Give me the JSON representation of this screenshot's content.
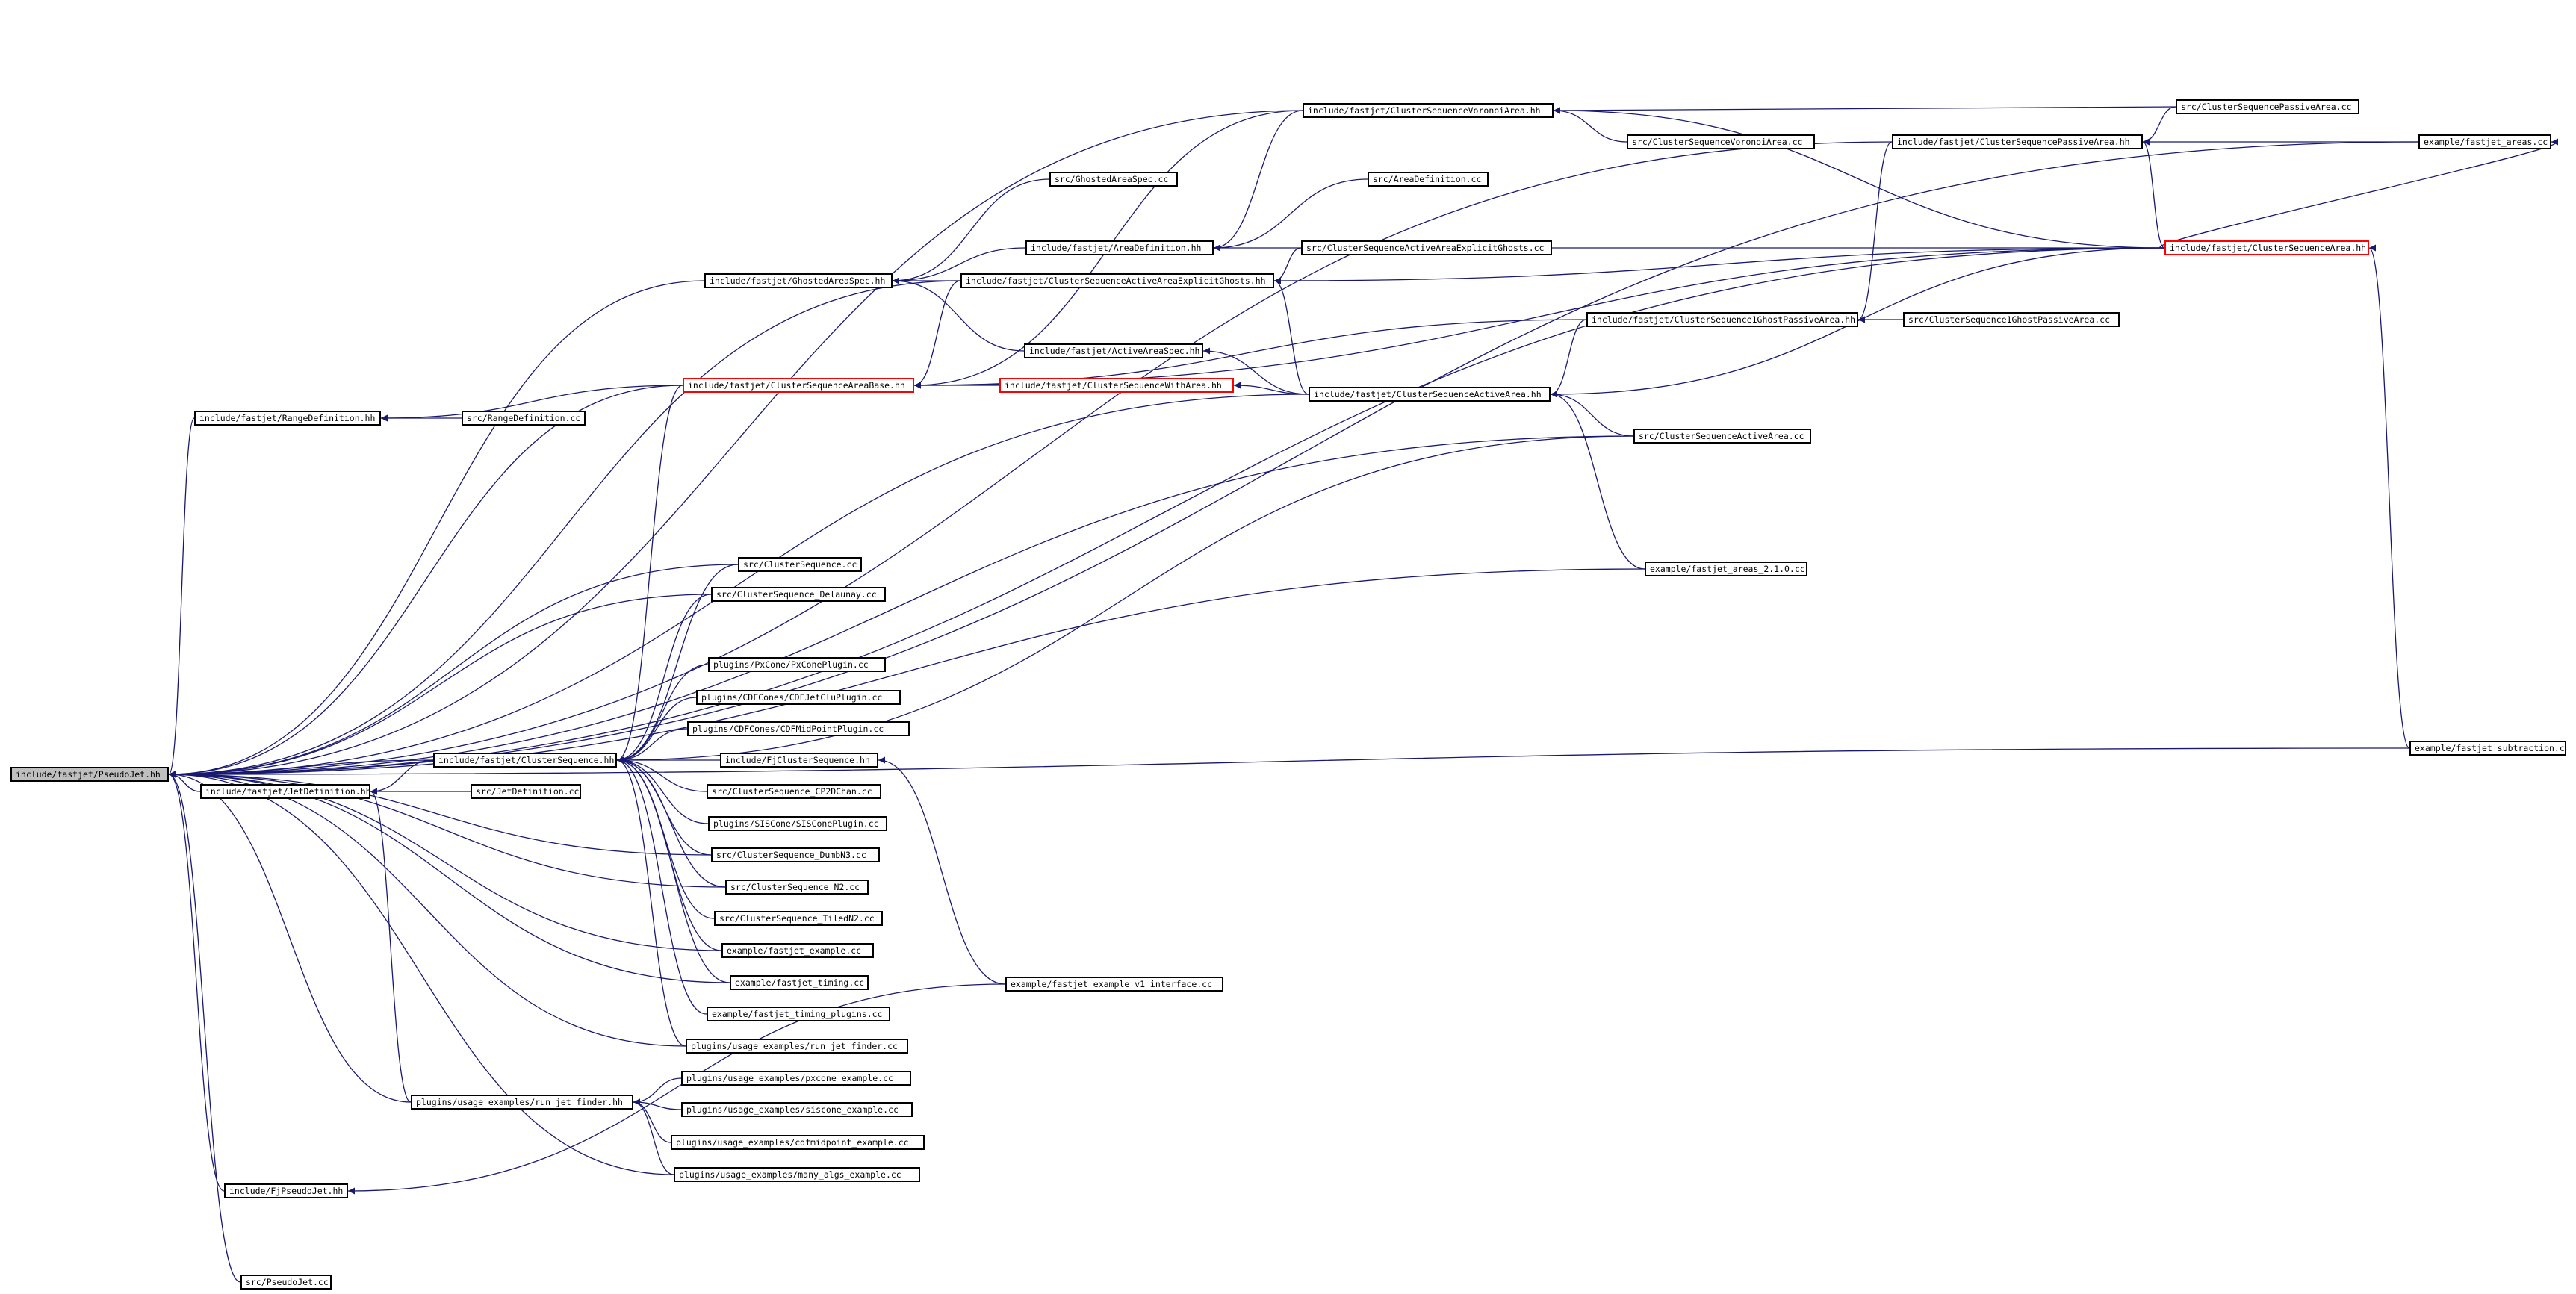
{
  "colors": {
    "edge": "#191970",
    "root_fill": "#bfbfbf",
    "highlight_border": "#ff0000",
    "node_border": "#000000"
  },
  "nodes": {
    "pseudojet_hh": {
      "label": "include/fastjet/PseudoJet.hh",
      "style": "root"
    },
    "clusterseq_voronoi_hh": {
      "label": "include/fastjet/ClusterSequenceVoronoiArea.hh"
    },
    "clusterseq_passive_cc": {
      "label": "src/ClusterSequencePassiveArea.cc"
    },
    "clusterseq_voronoi_cc": {
      "label": "src/ClusterSequenceVoronoiArea.cc"
    },
    "clusterseq_passive_hh": {
      "label": "include/fastjet/ClusterSequencePassiveArea.hh"
    },
    "fastjet_areas_cc": {
      "label": "example/fastjet_areas.cc"
    },
    "ghostedareaspec_cc": {
      "label": "src/GhostedAreaSpec.cc"
    },
    "areadefinition_cc": {
      "label": "src/AreaDefinition.cc"
    },
    "areadefinition_hh": {
      "label": "include/fastjet/AreaDefinition.hh"
    },
    "clusterseq_area_hh": {
      "label": "include/fastjet/ClusterSequenceArea.hh",
      "style": "red"
    },
    "csa_explicit_cc": {
      "label": "src/ClusterSequenceActiveAreaExplicitGhosts.cc"
    },
    "ghostedareaspec_hh": {
      "label": "include/fastjet/GhostedAreaSpec.hh"
    },
    "csa_explicit_hh": {
      "label": "include/fastjet/ClusterSequenceActiveAreaExplicitGhosts.hh"
    },
    "cs1ghost_hh": {
      "label": "include/fastjet/ClusterSequence1GhostPassiveArea.hh"
    },
    "cs1ghost_cc": {
      "label": "src/ClusterSequence1GhostPassiveArea.cc"
    },
    "activeareaspec_hh": {
      "label": "include/fastjet/ActiveAreaSpec.hh"
    },
    "clusterseq_areabase_hh": {
      "label": "include/fastjet/ClusterSequenceAreaBase.hh",
      "style": "red"
    },
    "clusterseq_witharea_hh": {
      "label": "include/fastjet/ClusterSequenceWithArea.hh",
      "style": "red"
    },
    "clusterseq_active_hh": {
      "label": "include/fastjet/ClusterSequenceActiveArea.hh"
    },
    "rangedefinition_hh": {
      "label": "include/fastjet/RangeDefinition.hh"
    },
    "rangedefinition_cc": {
      "label": "src/RangeDefinition.cc"
    },
    "clusterseq_active_cc": {
      "label": "src/ClusterSequenceActiveArea.cc"
    },
    "clusterseq_cc": {
      "label": "src/ClusterSequence.cc"
    },
    "fastjet_areas_210_cc": {
      "label": "example/fastjet_areas_2.1.0.cc"
    },
    "clusterseq_delaunay_cc": {
      "label": "src/ClusterSequence_Delaunay.cc"
    },
    "pxconeplugin_cc": {
      "label": "plugins/PxCone/PxConePlugin.cc"
    },
    "cdfjetcluplugin_cc": {
      "label": "plugins/CDFCones/CDFJetCluPlugin.cc"
    },
    "cdfmidpointplugin_cc": {
      "label": "plugins/CDFCones/CDFMidPointPlugin.cc"
    },
    "clusterseq_hh": {
      "label": "include/fastjet/ClusterSequence.hh"
    },
    "fjclusterseq_hh": {
      "label": "include/FjClusterSequence.hh"
    },
    "fastjet_subtraction_cc": {
      "label": "example/fastjet_subtraction.cc"
    },
    "jetdefinition_hh": {
      "label": "include/fastjet/JetDefinition.hh"
    },
    "jetdefinition_cc": {
      "label": "src/JetDefinition.cc"
    },
    "clusterseq_cp2dchan_cc": {
      "label": "src/ClusterSequence_CP2DChan.cc"
    },
    "sisconeplugin_cc": {
      "label": "plugins/SISCone/SISConePlugin.cc"
    },
    "clusterseq_dumbn3_cc": {
      "label": "src/ClusterSequence_DumbN3.cc"
    },
    "clusterseq_n2_cc": {
      "label": "src/ClusterSequence_N2.cc"
    },
    "clusterseq_tiledn2_cc": {
      "label": "src/ClusterSequence_TiledN2.cc"
    },
    "fastjet_example_cc": {
      "label": "example/fastjet_example.cc"
    },
    "fastjet_example_v1_cc": {
      "label": "example/fastjet_example_v1_interface.cc"
    },
    "fastjet_timing_cc": {
      "label": "example/fastjet_timing.cc"
    },
    "fastjet_timing_plugins_cc": {
      "label": "example/fastjet_timing_plugins.cc"
    },
    "run_jet_finder_cc": {
      "label": "plugins/usage_examples/run_jet_finder.cc"
    },
    "pxcone_example_cc": {
      "label": "plugins/usage_examples/pxcone_example.cc"
    },
    "run_jet_finder_hh": {
      "label": "plugins/usage_examples/run_jet_finder.hh"
    },
    "siscone_example_cc": {
      "label": "plugins/usage_examples/siscone_example.cc"
    },
    "cdfmidpoint_example_cc": {
      "label": "plugins/usage_examples/cdfmidpoint_example.cc"
    },
    "many_algs_example_cc": {
      "label": "plugins/usage_examples/many_algs_example.cc"
    },
    "fjpseudojet_hh": {
      "label": "include/FjPseudoJet.hh"
    },
    "pseudojet_cc": {
      "label": "src/PseudoJet.cc"
    }
  },
  "edges": [
    [
      "clusterseq_voronoi_hh",
      "pseudojet_hh"
    ],
    [
      "fastjet_areas_cc",
      "pseudojet_hh"
    ],
    [
      "clusterseq_area_hh",
      "pseudojet_hh"
    ],
    [
      "clusterseq_passive_hh",
      "pseudojet_hh"
    ],
    [
      "ghostedareaspec_hh",
      "pseudojet_hh"
    ],
    [
      "csa_explicit_hh",
      "pseudojet_hh"
    ],
    [
      "clusterseq_areabase_hh",
      "pseudojet_hh"
    ],
    [
      "rangedefinition_hh",
      "pseudojet_hh"
    ],
    [
      "clusterseq_active_hh",
      "pseudojet_hh"
    ],
    [
      "clusterseq_active_cc",
      "pseudojet_hh"
    ],
    [
      "fastjet_areas_210_cc",
      "pseudojet_hh"
    ],
    [
      "clusterseq_cc",
      "pseudojet_hh"
    ],
    [
      "clusterseq_delaunay_cc",
      "pseudojet_hh"
    ],
    [
      "clusterseq_hh",
      "pseudojet_hh"
    ],
    [
      "jetdefinition_hh",
      "pseudojet_hh"
    ],
    [
      "clusterseq_dumbn3_cc",
      "pseudojet_hh"
    ],
    [
      "clusterseq_n2_cc",
      "pseudojet_hh"
    ],
    [
      "fastjet_example_cc",
      "pseudojet_hh"
    ],
    [
      "fastjet_timing_cc",
      "pseudojet_hh"
    ],
    [
      "run_jet_finder_cc",
      "pseudojet_hh"
    ],
    [
      "run_jet_finder_hh",
      "pseudojet_hh"
    ],
    [
      "many_algs_example_cc",
      "pseudojet_hh"
    ],
    [
      "fjpseudojet_hh",
      "pseudojet_hh"
    ],
    [
      "fastjet_subtraction_cc",
      "pseudojet_hh"
    ],
    [
      "pseudojet_cc",
      "pseudojet_hh"
    ],
    [
      "clusterseq_passive_cc",
      "clusterseq_voronoi_hh"
    ],
    [
      "clusterseq_voronoi_cc",
      "clusterseq_voronoi_hh"
    ],
    [
      "clusterseq_area_hh",
      "clusterseq_voronoi_hh"
    ],
    [
      "clusterseq_passive_cc",
      "clusterseq_passive_hh"
    ],
    [
      "fastjet_areas_cc",
      "clusterseq_passive_hh"
    ],
    [
      "clusterseq_area_hh",
      "clusterseq_passive_hh"
    ],
    [
      "clusterseq_area_hh",
      "fastjet_areas_cc"
    ],
    [
      "fastjet_subtraction_cc",
      "clusterseq_area_hh"
    ],
    [
      "ghostedareaspec_cc",
      "ghostedareaspec_hh"
    ],
    [
      "areadefinition_hh",
      "ghostedareaspec_hh"
    ],
    [
      "csa_explicit_hh",
      "ghostedareaspec_hh"
    ],
    [
      "activeareaspec_hh",
      "ghostedareaspec_hh"
    ],
    [
      "clusterseq_voronoi_hh",
      "areadefinition_hh"
    ],
    [
      "areadefinition_cc",
      "areadefinition_hh"
    ],
    [
      "clusterseq_area_hh",
      "areadefinition_hh"
    ],
    [
      "csa_explicit_cc",
      "csa_explicit_hh"
    ],
    [
      "clusterseq_active_hh",
      "csa_explicit_hh"
    ],
    [
      "clusterseq_area_hh",
      "csa_explicit_hh"
    ],
    [
      "cs1ghost_cc",
      "cs1ghost_hh"
    ],
    [
      "clusterseq_passive_hh",
      "cs1ghost_hh"
    ],
    [
      "clusterseq_voronoi_hh",
      "clusterseq_areabase_hh"
    ],
    [
      "csa_explicit_hh",
      "clusterseq_areabase_hh"
    ],
    [
      "clusterseq_witharea_hh",
      "clusterseq_areabase_hh"
    ],
    [
      "clusterseq_area_hh",
      "clusterseq_areabase_hh"
    ],
    [
      "cs1ghost_hh",
      "clusterseq_areabase_hh"
    ],
    [
      "clusterseq_active_hh",
      "clusterseq_witharea_hh"
    ],
    [
      "clusterseq_active_hh",
      "activeareaspec_hh"
    ],
    [
      "cs1ghost_hh",
      "clusterseq_active_hh"
    ],
    [
      "clusterseq_active_cc",
      "clusterseq_active_hh"
    ],
    [
      "clusterseq_area_hh",
      "clusterseq_active_hh"
    ],
    [
      "fastjet_areas_210_cc",
      "clusterseq_active_hh"
    ],
    [
      "clusterseq_areabase_hh",
      "rangedefinition_hh"
    ],
    [
      "rangedefinition_cc",
      "rangedefinition_hh"
    ],
    [
      "clusterseq_areabase_hh",
      "clusterseq_hh"
    ],
    [
      "clusterseq_cc",
      "clusterseq_hh"
    ],
    [
      "clusterseq_delaunay_cc",
      "clusterseq_hh"
    ],
    [
      "pxconeplugin_cc",
      "clusterseq_hh"
    ],
    [
      "cdfjetcluplugin_cc",
      "clusterseq_hh"
    ],
    [
      "cdfmidpointplugin_cc",
      "clusterseq_hh"
    ],
    [
      "fjclusterseq_hh",
      "clusterseq_hh"
    ],
    [
      "clusterseq_cp2dchan_cc",
      "clusterseq_hh"
    ],
    [
      "sisconeplugin_cc",
      "clusterseq_hh"
    ],
    [
      "clusterseq_dumbn3_cc",
      "clusterseq_hh"
    ],
    [
      "clusterseq_n2_cc",
      "clusterseq_hh"
    ],
    [
      "clusterseq_tiledn2_cc",
      "clusterseq_hh"
    ],
    [
      "fastjet_example_cc",
      "clusterseq_hh"
    ],
    [
      "fastjet_timing_cc",
      "clusterseq_hh"
    ],
    [
      "fastjet_timing_plugins_cc",
      "clusterseq_hh"
    ],
    [
      "run_jet_finder_cc",
      "clusterseq_hh"
    ],
    [
      "clusterseq_active_cc",
      "clusterseq_hh"
    ],
    [
      "fastjet_example_v1_cc",
      "fjclusterseq_hh"
    ],
    [
      "fastjet_example_v1_cc",
      "fjpseudojet_hh"
    ],
    [
      "clusterseq_hh",
      "jetdefinition_hh"
    ],
    [
      "jetdefinition_cc",
      "jetdefinition_hh"
    ],
    [
      "run_jet_finder_hh",
      "jetdefinition_hh"
    ],
    [
      "pxcone_example_cc",
      "run_jet_finder_hh"
    ],
    [
      "siscone_example_cc",
      "run_jet_finder_hh"
    ],
    [
      "cdfmidpoint_example_cc",
      "run_jet_finder_hh"
    ],
    [
      "many_algs_example_cc",
      "run_jet_finder_hh"
    ]
  ]
}
